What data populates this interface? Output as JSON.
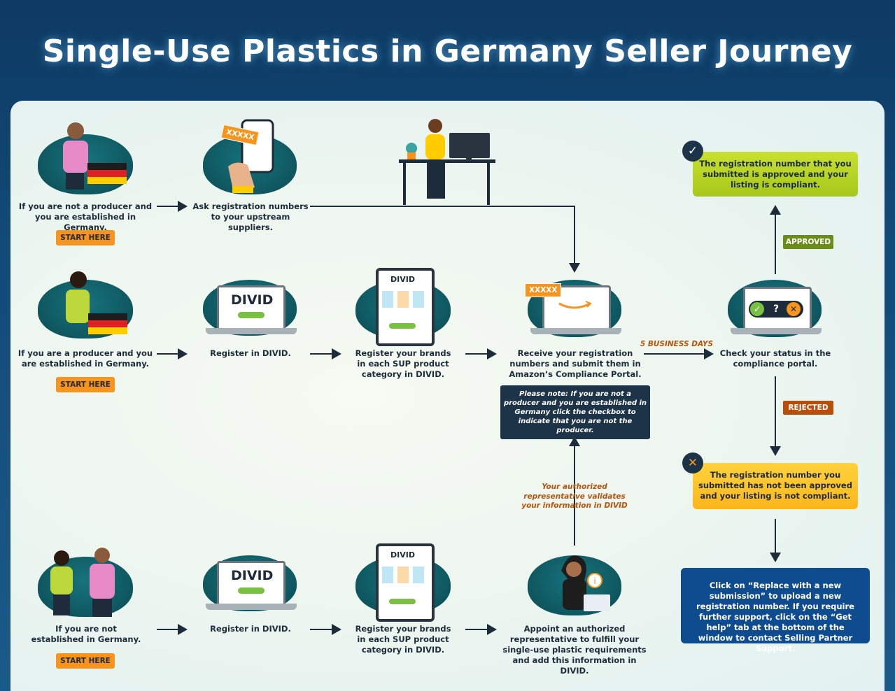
{
  "title": "Single-Use Plastics in Germany Seller Journey",
  "start_label": "START HERE",
  "divid_logo": "DIVID",
  "code_tag": "XXXXX",
  "rows": {
    "r1": {
      "step1": "If you are not a producer and you are established in Germany.",
      "step2": "Ask registration numbers to your upstream suppliers."
    },
    "r2": {
      "step1": "If you are a producer and you are established in Germany.",
      "step2": "Register in DIVID.",
      "step3": "Register your brands in each SUP product category in DIVID.",
      "step4": "Receive your registration numbers and submit them in Amazon’s Compliance Portal.",
      "step5": "Check your status in the compliance portal."
    },
    "r3": {
      "step1": "If you are not established in Germany.",
      "step2": "Register in DIVID.",
      "step3": "Register your brands in each SUP product category in DIVID.",
      "step4": "Appoint an authorized representative to fulfill your single-use plastic requirements and add this information in DIVID."
    }
  },
  "business_days": "5 BUSINESS DAYS",
  "note": "Please note: If you are not a producer and you are established in Germany click the checkbox to indicate that you are not the producer.",
  "validates": "Your authorized representative validates your information in DIVID",
  "approved_label": "APPROVED",
  "rejected_label": "REJECTED",
  "approved_text": "The registration number that you submitted is approved and your listing is compliant.",
  "rejected_text": "The registration number you submitted has not been approved and your listing is not compliant.",
  "final_text": "Click on “Replace with a new submission” to upload a new registration number. If you require further support, click on the “Get help” tab at the bottom of the window to contact Selling Partner Support.",
  "colors": {
    "start": "#f7941d",
    "approved": "#7ac143",
    "rejected": "#c55a11",
    "final": "#0f4b8f",
    "note": "#1d3347"
  }
}
